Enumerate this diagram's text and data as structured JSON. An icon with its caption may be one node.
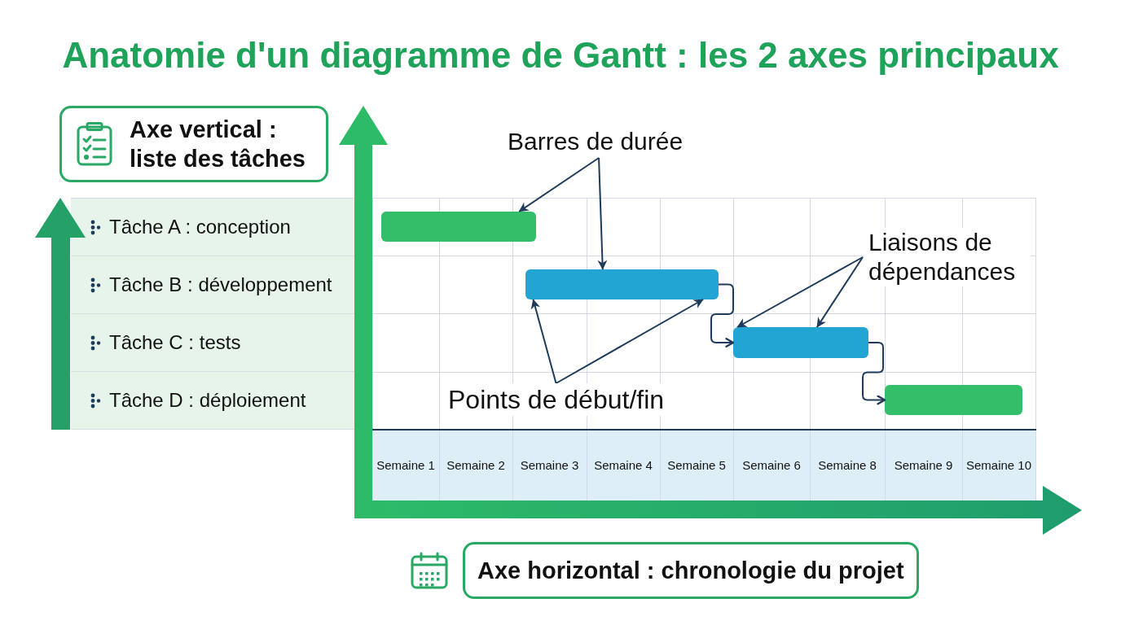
{
  "diagram": {
    "title": "Anatomie d'un diagramme de Gantt : les 2 axes principaux",
    "nodes": [
      {
        "text": [
          "Axe vertical : liste des tâches"
        ]
      },
      {
        "text": [
          "Barres de durée"
        ]
      },
      {
        "text": [],
        "shape": "bar"
      },
      {
        "text": [
          "Liaisons de dépendances"
        ]
      },
      {
        "text": [],
        "shape": "bar"
      },
      {
        "text": [],
        "shape": "bar"
      },
      {
        "text": [],
        "shape": "bar"
      },
      {
        "text": [
          "Points de début/fin"
        ]
      },
      {
        "text": [
          "Axe horizontal : chronologie du projet"
        ]
      }
    ],
    "edges": [
      {
        "from": 1,
        "to": 2,
        "arrow": "to"
      },
      {
        "from": 1,
        "to": 4,
        "arrow": "to"
      },
      {
        "from": 3,
        "to": 5,
        "arrow": "to"
      },
      {
        "from": 3,
        "to": 5,
        "arrow": "to"
      },
      {
        "from": 7,
        "to": 4,
        "arrow": "to"
      },
      {
        "from": 7,
        "to": 4,
        "arrow": "to"
      },
      {
        "from": 4,
        "to": 5,
        "arrow": "to"
      },
      {
        "from": 5,
        "to": 6,
        "arrow": "to"
      }
    ],
    "labels": [
      "Tâche A : conception",
      "Tâche B : développement",
      "Tâche C : tests",
      "Tâche D : déploiement",
      "Semaine 1",
      "Semaine 2",
      "Semaine 3",
      "Semaine 4",
      "Semaine 5",
      "Semaine 6",
      "Semaine 8",
      "Semaine 9",
      "Semaine 10"
    ]
  }
}
